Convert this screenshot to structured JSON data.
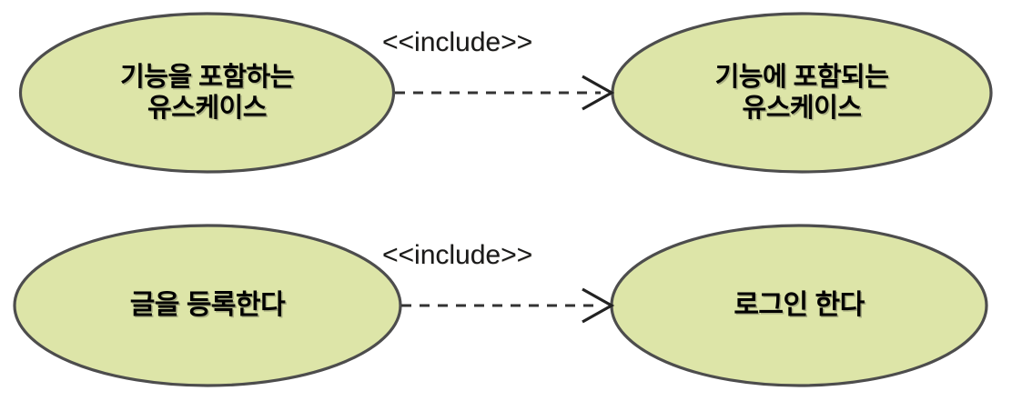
{
  "diagram": {
    "type": "uml-use-case-diagram",
    "title": "",
    "background_color": "#ffffff",
    "ellipse_fill": "#dde5a8",
    "ellipse_stroke": "#4d4d4d",
    "text_color": "#000000",
    "connector_color": "#333333",
    "relationships": [
      {
        "id": "relationship-generic",
        "stereotype": "<<include>>",
        "source": {
          "label": "기능을 포함하는\n유스케이스",
          "line1": "기능을 포함하는",
          "line2": "유스케이스"
        },
        "target": {
          "label": "기능에 포함되는\n유스케이스",
          "line1": "기능에 포함되는",
          "line2": "유스케이스"
        }
      },
      {
        "id": "relationship-example",
        "stereotype": "<<include>>",
        "source": {
          "label": "글을 등록한다",
          "line1": "글을 등록한다",
          "line2": ""
        },
        "target": {
          "label": "로그인 한다",
          "line1": "로그인 한다",
          "line2": ""
        }
      }
    ]
  }
}
